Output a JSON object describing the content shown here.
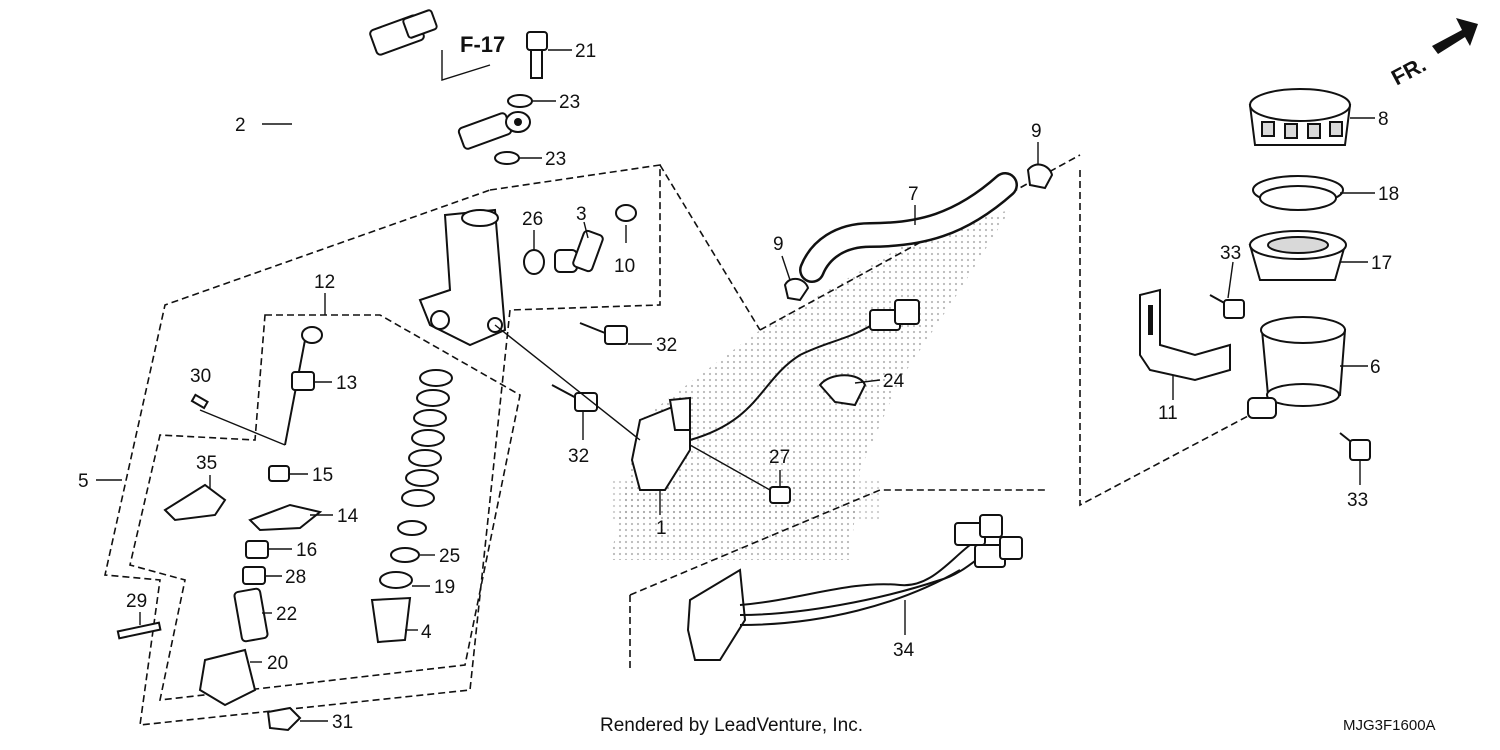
{
  "diagram": {
    "reference_label": "F-17",
    "direction_label": "FR.",
    "credit": "Rendered by LeadVenture, Inc.",
    "diagram_code": "MJG3F1600A",
    "callouts": {
      "c1": "1",
      "c2": "2",
      "c3": "3",
      "c4": "4",
      "c5": "5",
      "c6": "6",
      "c7": "7",
      "c8": "8",
      "c9a": "9",
      "c9b": "9",
      "c10": "10",
      "c11": "11",
      "c12": "12",
      "c13": "13",
      "c14": "14",
      "c15": "15",
      "c16": "16",
      "c17": "17",
      "c18": "18",
      "c19": "19",
      "c20": "20",
      "c21": "21",
      "c22": "22",
      "c23a": "23",
      "c23b": "23",
      "c24": "24",
      "c25": "25",
      "c26": "26",
      "c27": "27",
      "c28": "28",
      "c29": "29",
      "c30": "30",
      "c31": "31",
      "c32a": "32",
      "c32b": "32",
      "c33a": "33",
      "c33b": "33",
      "c34": "34",
      "c35": "35"
    }
  }
}
